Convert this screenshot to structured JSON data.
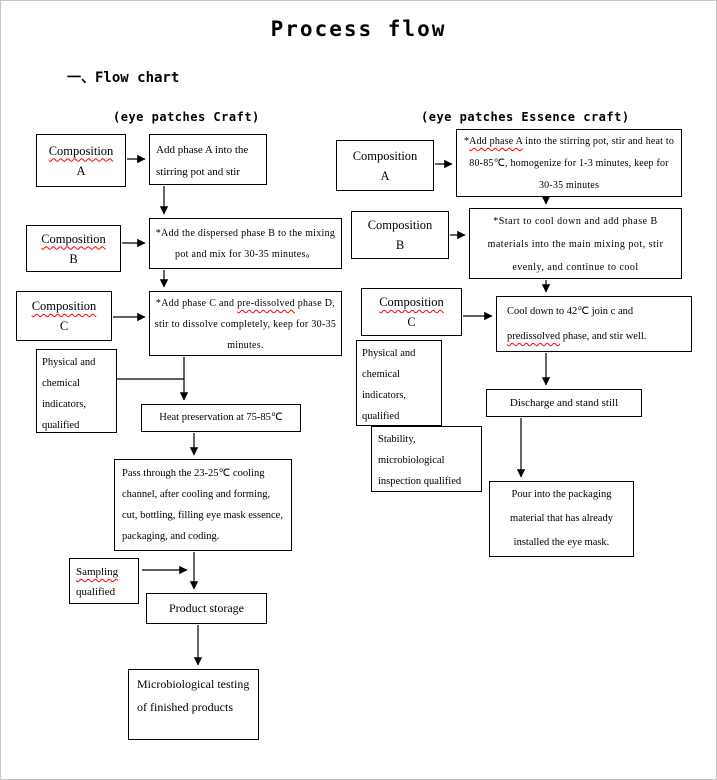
{
  "page": {
    "title": "Process flow",
    "section_heading": "一、Flow chart",
    "left_column_header": "(eye patches Craft)",
    "right_column_header": "(eye patches Essence craft)"
  },
  "colors": {
    "box_border": "#000000",
    "text": "#000000",
    "spellcheck_squiggle": "#ff0000"
  },
  "left": {
    "comp_a": {
      "word": "Composition",
      "letter": "A"
    },
    "add_phase_a": "Add phase A into the stirring pot and stir",
    "comp_b": {
      "word": "Composition",
      "letter": "B"
    },
    "disperse_b": "*Add the dispersed phase B to the mixing pot and mix for 30-35 minutes。",
    "comp_c": {
      "word": "Composition",
      "letter": "C"
    },
    "phase_c": {
      "pre": "*Add phase C and ",
      "sq": "pre-dissolved",
      "post": " phase D, stir to dissolve completely, keep for 30-35 minutes."
    },
    "physical": "Physical and chemical indicators, qualified",
    "heat": "Heat preservation at 75-85℃",
    "cooling": "Pass through the 23-25℃ cooling channel, after cooling and forming, cut, bottling, filling eye mask essence, packaging, and coding.",
    "sampling": {
      "sq": "Sampling",
      "post": " qualified"
    },
    "storage": "Product storage",
    "microbio": "Microbiological testing of finished products"
  },
  "right": {
    "comp_a": {
      "word": "Composition",
      "letter": "A"
    },
    "add_phase_a": {
      "pre": "*",
      "sq": "Add phase A",
      "post": " into the stirring pot, stir and heat to 80-85℃, homogenize for 1-3 minutes, keep for 30-35 minutes"
    },
    "comp_b": {
      "word": "Composition",
      "letter": "B"
    },
    "cool_add_b": "*Start to cool down and add phase B materials into the main mixing pot, stir evenly, and continue to cool",
    "comp_c": {
      "word": "Composition",
      "letter": "C"
    },
    "cool_42": {
      "pre": "Cool down to 42℃ join c and ",
      "sq": "predissolved",
      "post": " phase, and stir well."
    },
    "physical": "Physical and chemical indicators, qualified",
    "discharge": "Discharge and stand still",
    "stability": "Stability, microbiological inspection qualified",
    "pour": "Pour into the packaging material that has already installed the eye mask."
  }
}
